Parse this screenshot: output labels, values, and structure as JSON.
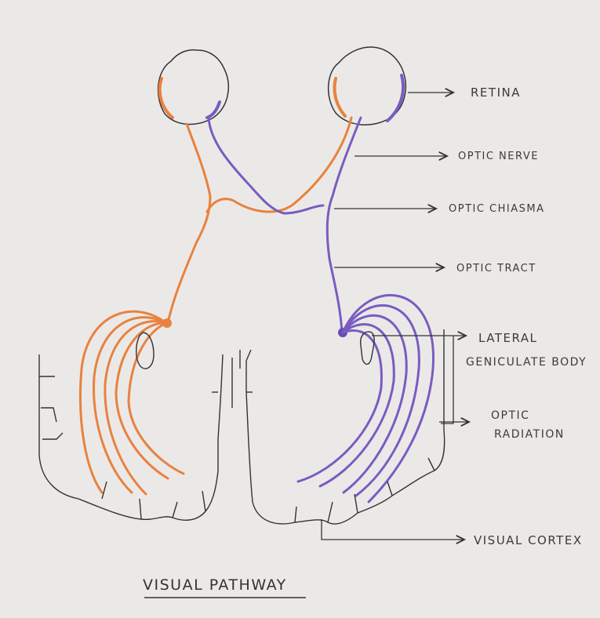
{
  "labels": {
    "retina": "RETINA",
    "optic_nerve": "OPTIC NERVE",
    "optic_chiasma": "OPTIC CHIASMA",
    "optic_tract": "OPTIC TRACT",
    "lgb_line1": "LATERAL",
    "lgb_line2": "GENICULATE BODY",
    "radiation_line1": "OPTIC",
    "radiation_line2": "RADIATION",
    "visual_cortex": "VISUAL CORTEX"
  },
  "title": "VISUAL PATHWAY",
  "colors": {
    "left_pathway": "#e8823e",
    "right_pathway": "#7a5cc0",
    "outline": "#333333",
    "paper": "#ebe9e8"
  }
}
